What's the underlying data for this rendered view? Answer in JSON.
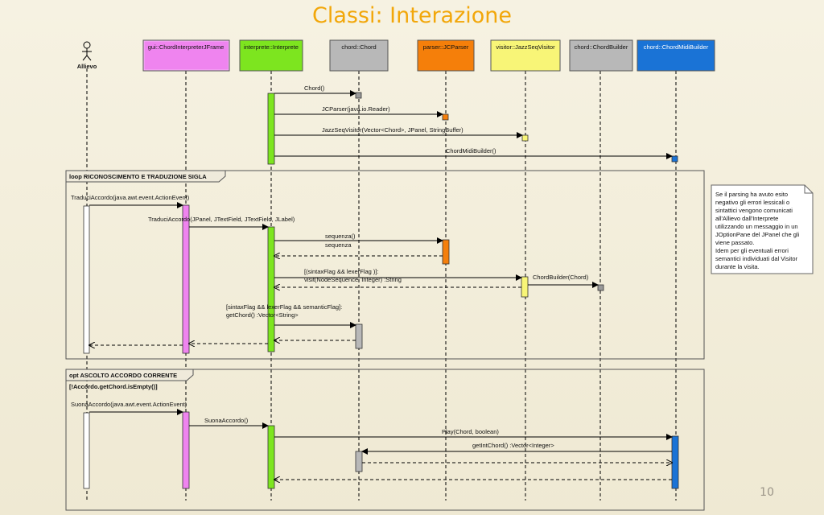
{
  "slide": {
    "title": "Classi: Interazione",
    "page_number": "10"
  },
  "participants": {
    "actor": "Allievo",
    "gui": "gui::ChordInterpreterJFrame",
    "interprete": "interprete::Interprete",
    "chord": "chord::Chord",
    "parser": "parser::JCParser",
    "visitor": "visitor::JazzSeqVisitor",
    "chordbuilder": "chord::ChordBuilder",
    "chordmidibuilder": "chord::ChordMidiBuilder"
  },
  "fragments": {
    "loop": "loop RICONOSCIMENTO E TRADUZIONE SIGLA",
    "opt": "opt ASCOLTO ACCORDO CORRENTE",
    "opt_guard": "[!Accordo.getChord.isEmpty()]"
  },
  "messages": {
    "m1": "Chord()",
    "m2": "JCParser(java.io.Reader)",
    "m3": "JazzSeqVisitor(Vector<Chord>, JPanel, StringBuffer)",
    "m4": "ChordMidiBuilder()",
    "m5": "TraduciAccordo(java.awt.event.ActionEvent)",
    "m6": "TraduciAccordo(JPanel, JTextField, JTextField, JLabel)",
    "m7": "sequenza()",
    "m8": "sequenza",
    "m9": "[(sintaxFlag && lexerFlag )]:",
    "m10": "visit(NodeSequence, Integer) :String",
    "m11": "ChordBuilder(Chord)",
    "m12": "[sintaxFlag && lexerFlag && semanticFlag]:",
    "m13": "getChord() :Vector<String>",
    "m14": "SuonaAccordo(java.awt.event.ActionEvent)",
    "m15": "SuonaAccordo()",
    "m16": "Play(Chord, boolean)",
    "m17": "getIntChord() :Vector<Integer>"
  },
  "note": {
    "lines": [
      "Se il parsing ha avuto esito",
      "negativo gli errori lessicali o",
      "sintattici vengono comunicati",
      "all'Allievo dall'Interprete",
      "utilizzando un messaggio in un",
      "JOptionPane del JPanel che gli",
      "viene passato.",
      "Idem per gli eventuali errori",
      "semantici individuati dal Visitor",
      "durante la visita."
    ]
  }
}
